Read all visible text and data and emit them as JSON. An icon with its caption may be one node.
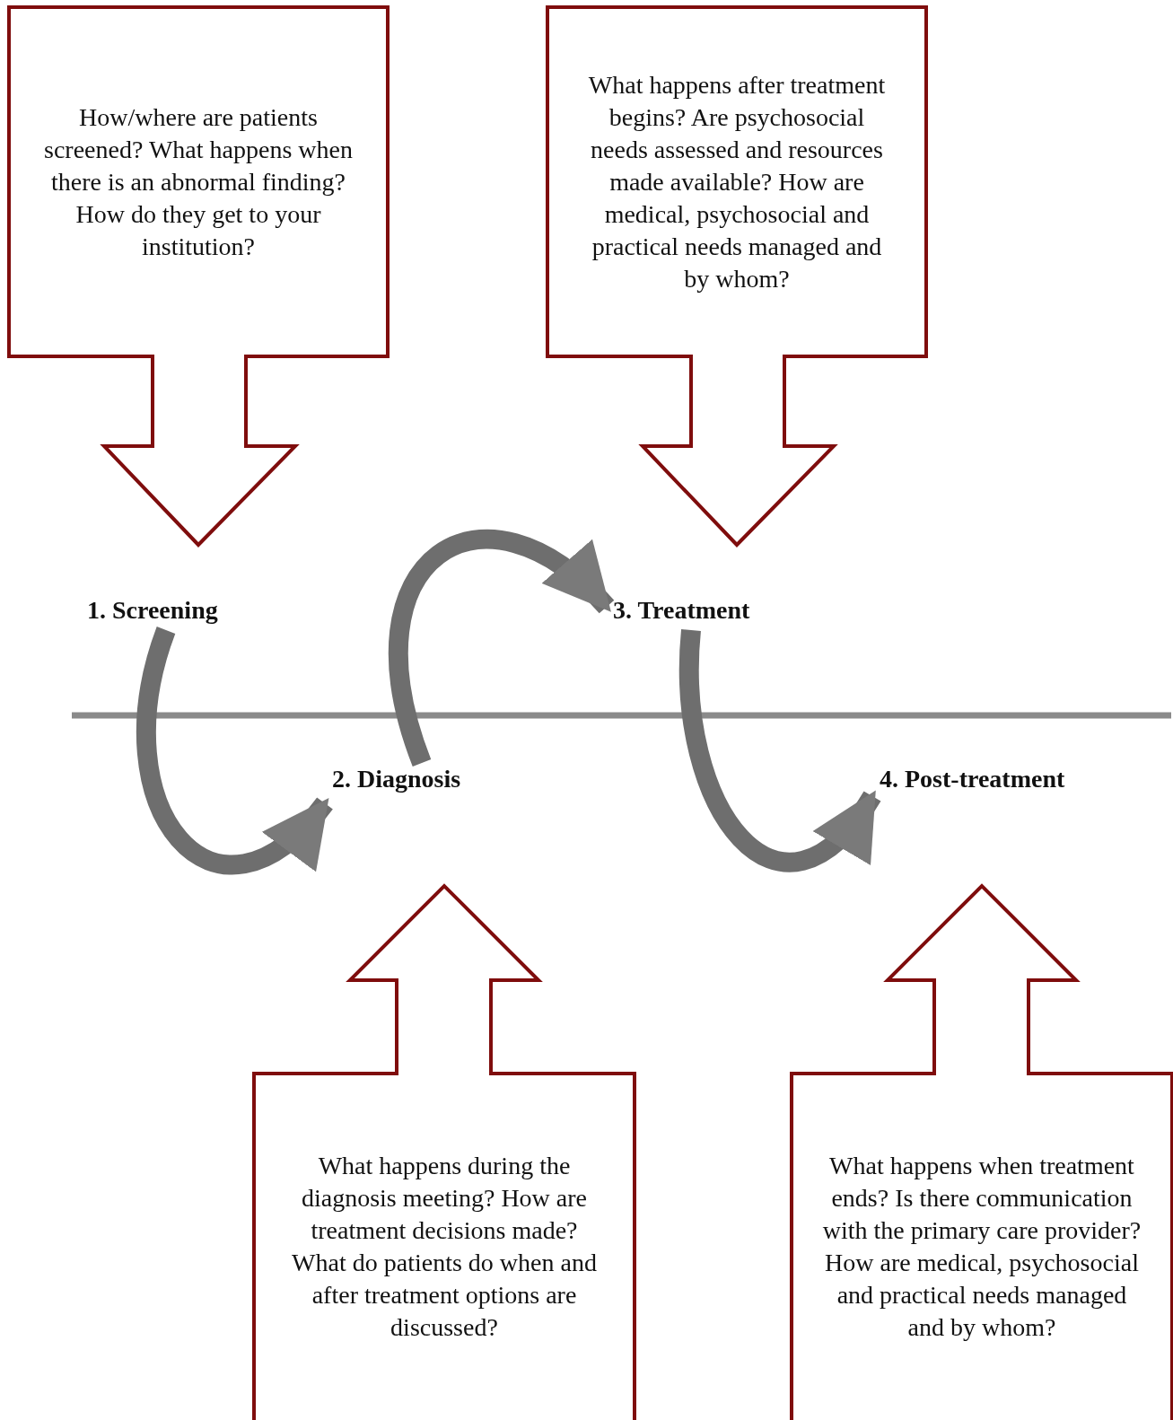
{
  "diagram": {
    "nodes": [
      {
        "text": [
          "How/where are patients screened? What happens when there is an abnormal finding? How do they get to your institution?"
        ]
      },
      {
        "text": [
          "What happens after treatment begins? Are psychosocial needs assessed and resources made available? How are medical, psychosocial and practical needs managed and by whom?"
        ]
      },
      {
        "text": [
          "1. Screening"
        ]
      },
      {
        "text": [
          "3. Treatment"
        ]
      },
      {
        "text": [
          "2. Diagnosis"
        ]
      },
      {
        "text": [
          "4. Post-treatment"
        ]
      },
      {
        "text": [
          "What happens during the diagnosis meeting? How are treatment decisions made? What do patients do when and after treatment options are discussed?"
        ]
      },
      {
        "text": [
          "What happens when treatment ends? Is there communication with the primary care provider? How are medical, psychosocial and practical needs managed and by whom?"
        ]
      }
    ],
    "edges": [
      {
        "from": 2,
        "to": 4,
        "arrow": "to"
      },
      {
        "from": 4,
        "to": 3,
        "arrow": "to"
      },
      {
        "from": 3,
        "to": 5,
        "arrow": "to"
      }
    ]
  }
}
